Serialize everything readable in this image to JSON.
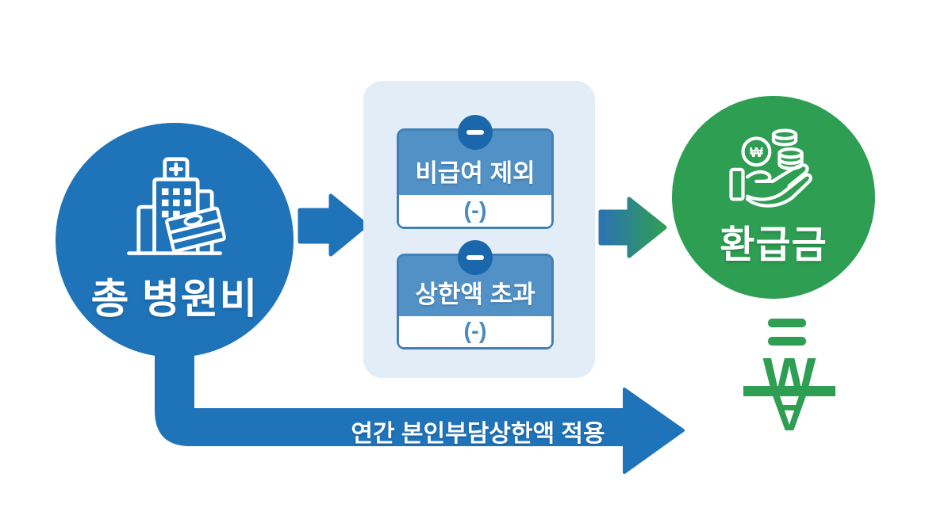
{
  "source_circle": {
    "label": "총 병원비"
  },
  "deduction_panel": {
    "boxes": [
      {
        "title": "비급여 제외",
        "value": "(-)"
      },
      {
        "title": "상한액 초과",
        "value": "(-)"
      }
    ]
  },
  "refund_circle": {
    "label": "환급금",
    "coin_symbol": "₩"
  },
  "result_symbol": {
    "won_top": "W",
    "won_bottom": "A"
  },
  "bypass_arrow": {
    "label": "연간 본인부담상한액 적용"
  },
  "icons": {
    "source": "hospital-money-icon",
    "refund": "hand-coins-icon",
    "badge": "minus-icon",
    "equals": "equals-icon",
    "currency": "won-symbol"
  },
  "colors": {
    "primary_blue": "#1f73b8",
    "badge_blue": "#1a67ac",
    "box_header_blue": "#5191c6",
    "box_border_blue": "#4180b5",
    "panel_background": "#e3edf7",
    "value_blue": "#4b8abf",
    "green": "#2d9e52",
    "text_white": "#ffffff"
  }
}
